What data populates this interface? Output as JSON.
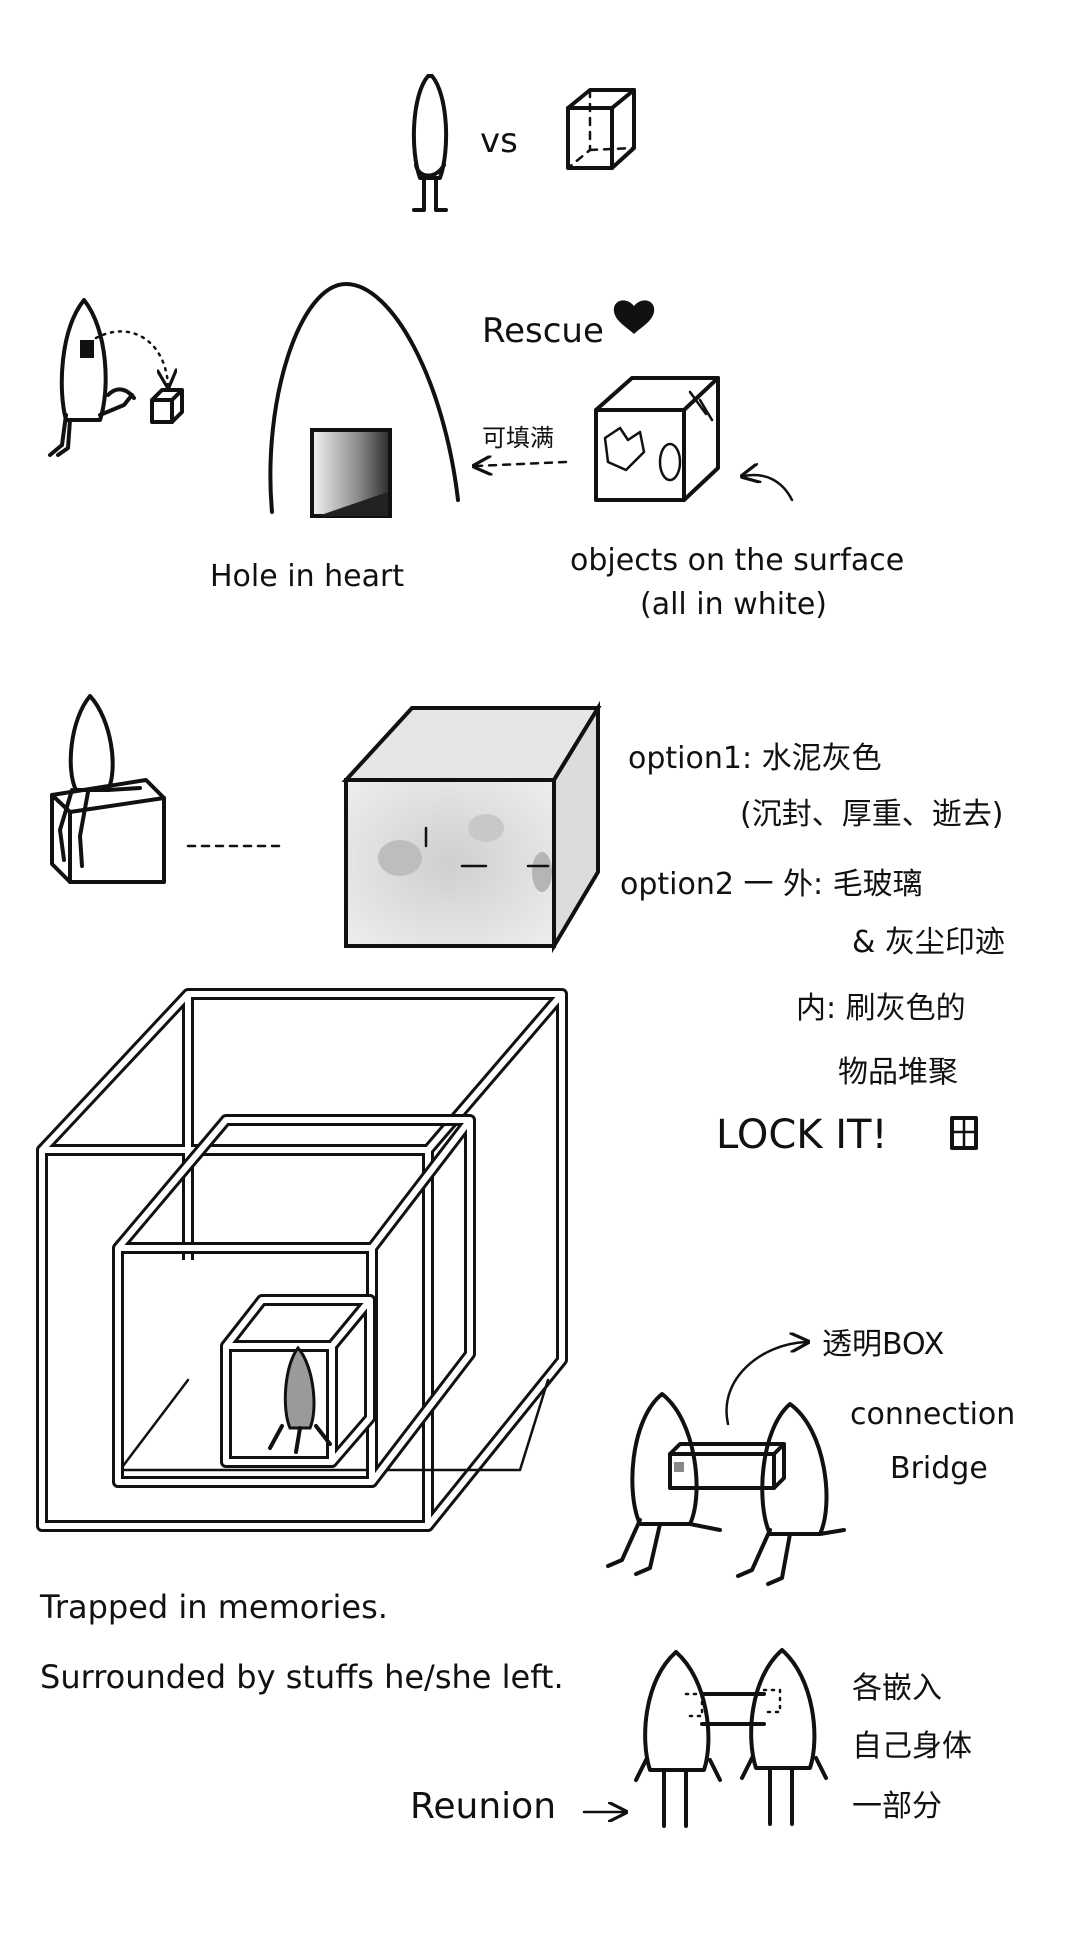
{
  "labels": {
    "vs": "vs",
    "rescue": "Rescue",
    "fill_cn": "可填满",
    "hole_in_heart": "Hole in heart",
    "objects_line1": "objects on the surface",
    "objects_line2": "(all in white)",
    "option1_line1": "option1: 水泥灰色",
    "option1_line2": "(沉封、厚重、逝去)",
    "option2_line1": "option2 一 外: 毛玻璃",
    "option2_line2": "& 灰尘印迹",
    "option2_line3": "内: 刷灰色的",
    "option2_line4": "物品堆聚",
    "lock_it": "LOCK IT!",
    "transparent_box": "透明BOX",
    "connection": "connection",
    "bridge": "Bridge",
    "trapped": "Trapped in memories.",
    "surrounded": "Surrounded by stuffs he/she left.",
    "reunion": "Reunion",
    "embed_line1": "各嵌入",
    "embed_line2": "自己身体",
    "embed_line3": "一部分"
  },
  "icons": {
    "heart": "heart-icon",
    "lock": "lock-icon",
    "arrow": "arrow-icon"
  }
}
